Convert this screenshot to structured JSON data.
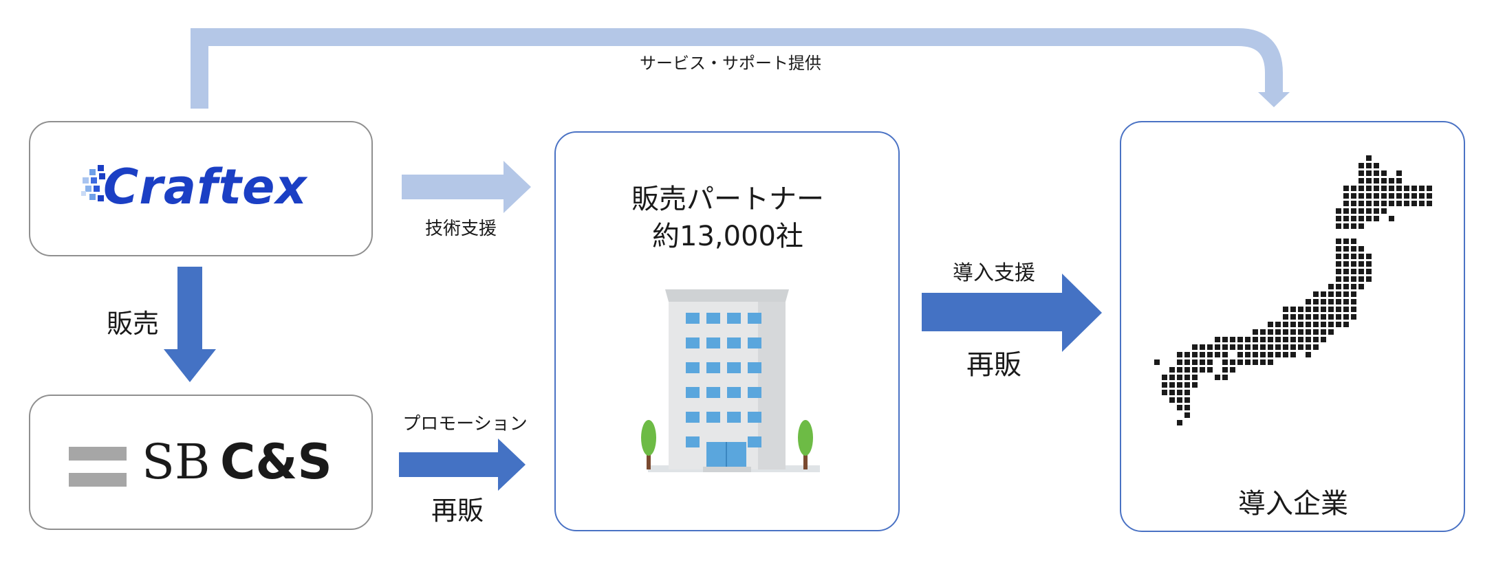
{
  "top_flow": {
    "label": "サービス・サポート提供"
  },
  "craftex": {
    "logo_text": "Craftex"
  },
  "sbcs": {
    "logo_sb": "SB",
    "logo_cs": "C&S"
  },
  "arrows": {
    "tech_support": "技術支援",
    "sales": "販売",
    "promotion": "プロモーション",
    "resale_left": "再販",
    "intro_support": "導入支援",
    "resale_right": "再販"
  },
  "partner": {
    "title_line1": "販売パートナー",
    "title_line2": "約13,000社"
  },
  "enterprise": {
    "label": "導入企業"
  },
  "colors": {
    "light_arrow": "#b4c7e7",
    "dark_arrow": "#4472c4",
    "craftex_blue": "#1b3fc4",
    "sb_gray": "#a6a6a6"
  }
}
